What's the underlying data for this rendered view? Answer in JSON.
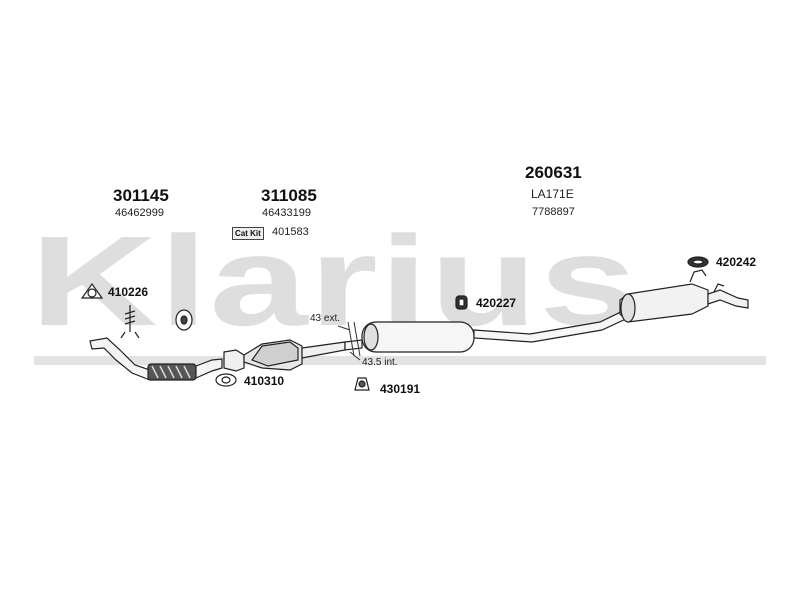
{
  "watermark": "Klarius",
  "parts": {
    "front_pipe": {
      "number": "301145",
      "oe_ref": "46462999"
    },
    "catalyst": {
      "number": "311085",
      "oe_ref": "46433199",
      "badge": "Cat Kit",
      "kit_ref": "401583"
    },
    "rear_section": {
      "number": "260631",
      "ref_1": "LA171E",
      "ref_2": "7788897"
    }
  },
  "clamps": {
    "c410226": "410226",
    "c410310": "410310",
    "c420227": "420227",
    "c430191": "430191",
    "c420242": "420242"
  },
  "dimensions": {
    "ext": "43 ext.",
    "int": "43.5 int."
  }
}
